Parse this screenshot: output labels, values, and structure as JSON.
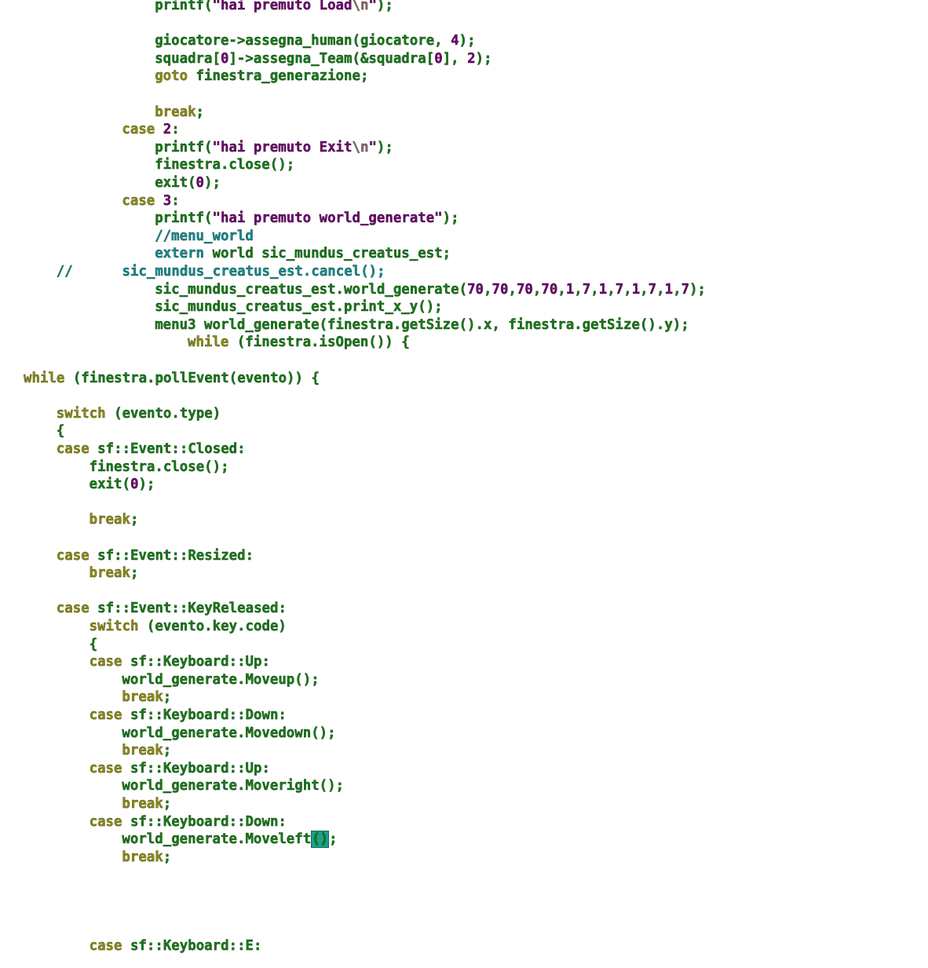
{
  "editor": {
    "colors": {
      "background": "#ffffff",
      "identifier": "#1a7a1a",
      "keyword": "#8a8a1a",
      "number": "#6a0a6a",
      "string": "#6a0a6a",
      "escape": "#8a6a6a",
      "comment": "#1a8a8a",
      "cursor_highlight": "#1aa08a"
    },
    "lines": [
      {
        "indent": 8,
        "tokens": [
          {
            "t": "id",
            "v": "printf("
          },
          {
            "t": "str",
            "v": "\"hai premuto Load"
          },
          {
            "t": "esc",
            "v": "\\n"
          },
          {
            "t": "str",
            "v": "\""
          },
          {
            "t": "id",
            "v": ");"
          }
        ]
      },
      {
        "indent": 8,
        "tokens": []
      },
      {
        "indent": 8,
        "tokens": [
          {
            "t": "id",
            "v": "giocatore->assegna_human(giocatore, "
          },
          {
            "t": "num",
            "v": "4"
          },
          {
            "t": "id",
            "v": ");"
          }
        ]
      },
      {
        "indent": 8,
        "tokens": [
          {
            "t": "id",
            "v": "squadra["
          },
          {
            "t": "num",
            "v": "0"
          },
          {
            "t": "id",
            "v": "]->assegna_Team(&squadra["
          },
          {
            "t": "num",
            "v": "0"
          },
          {
            "t": "id",
            "v": "], "
          },
          {
            "t": "num",
            "v": "2"
          },
          {
            "t": "id",
            "v": ");"
          }
        ]
      },
      {
        "indent": 8,
        "tokens": [
          {
            "t": "kw",
            "v": "goto"
          },
          {
            "t": "id",
            "v": " finestra_generazione;"
          }
        ]
      },
      {
        "indent": 8,
        "tokens": []
      },
      {
        "indent": 8,
        "tokens": [
          {
            "t": "kw",
            "v": "break"
          },
          {
            "t": "id",
            "v": ";"
          }
        ]
      },
      {
        "indent": 6,
        "tokens": [
          {
            "t": "kw",
            "v": "case"
          },
          {
            "t": "id",
            "v": " "
          },
          {
            "t": "num",
            "v": "2"
          },
          {
            "t": "id",
            "v": ":"
          }
        ]
      },
      {
        "indent": 8,
        "tokens": [
          {
            "t": "id",
            "v": "printf("
          },
          {
            "t": "str",
            "v": "\"hai premuto Exit"
          },
          {
            "t": "esc",
            "v": "\\n"
          },
          {
            "t": "str",
            "v": "\""
          },
          {
            "t": "id",
            "v": ");"
          }
        ]
      },
      {
        "indent": 8,
        "tokens": [
          {
            "t": "id",
            "v": "finestra.close();"
          }
        ]
      },
      {
        "indent": 8,
        "tokens": [
          {
            "t": "id",
            "v": "exit("
          },
          {
            "t": "num",
            "v": "0"
          },
          {
            "t": "id",
            "v": ");"
          }
        ]
      },
      {
        "indent": 6,
        "tokens": [
          {
            "t": "kw",
            "v": "case"
          },
          {
            "t": "id",
            "v": " "
          },
          {
            "t": "num",
            "v": "3"
          },
          {
            "t": "id",
            "v": ":"
          }
        ]
      },
      {
        "indent": 8,
        "tokens": [
          {
            "t": "id",
            "v": "printf("
          },
          {
            "t": "str",
            "v": "\"hai premuto world_generate\""
          },
          {
            "t": "id",
            "v": ");"
          }
        ]
      },
      {
        "indent": 8,
        "tokens": [
          {
            "t": "com",
            "v": "//menu_world"
          }
        ]
      },
      {
        "indent": 8,
        "tokens": [
          {
            "t": "com",
            "v": "extern"
          },
          {
            "t": "id",
            "v": " world sic_mundus_creatus_est;"
          }
        ]
      },
      {
        "indent": 2,
        "tokens": [
          {
            "t": "com",
            "v": "//      sic_mundus_creatus_est.cancel();"
          }
        ]
      },
      {
        "indent": 8,
        "tokens": [
          {
            "t": "id",
            "v": "sic_mundus_creatus_est.world_generate("
          },
          {
            "t": "num",
            "v": "70"
          },
          {
            "t": "id",
            "v": ","
          },
          {
            "t": "num",
            "v": "70"
          },
          {
            "t": "id",
            "v": ","
          },
          {
            "t": "num",
            "v": "70"
          },
          {
            "t": "id",
            "v": ","
          },
          {
            "t": "num",
            "v": "70"
          },
          {
            "t": "id",
            "v": ","
          },
          {
            "t": "num",
            "v": "1"
          },
          {
            "t": "id",
            "v": ","
          },
          {
            "t": "num",
            "v": "7"
          },
          {
            "t": "id",
            "v": ","
          },
          {
            "t": "num",
            "v": "1"
          },
          {
            "t": "id",
            "v": ","
          },
          {
            "t": "num",
            "v": "7"
          },
          {
            "t": "id",
            "v": ","
          },
          {
            "t": "num",
            "v": "1"
          },
          {
            "t": "id",
            "v": ","
          },
          {
            "t": "num",
            "v": "7"
          },
          {
            "t": "id",
            "v": ","
          },
          {
            "t": "num",
            "v": "1"
          },
          {
            "t": "id",
            "v": ","
          },
          {
            "t": "num",
            "v": "7"
          },
          {
            "t": "id",
            "v": ");"
          }
        ]
      },
      {
        "indent": 8,
        "tokens": [
          {
            "t": "id",
            "v": "sic_mundus_creatus_est.print_x_y();"
          }
        ]
      },
      {
        "indent": 8,
        "tokens": [
          {
            "t": "id",
            "v": "menu3 world_generate(finestra.getSize().x, finestra.getSize().y);"
          }
        ]
      },
      {
        "indent": 10,
        "tokens": [
          {
            "t": "kw",
            "v": "while"
          },
          {
            "t": "id",
            "v": " (finestra.isOpen()) {"
          }
        ]
      },
      {
        "indent": 0,
        "tokens": []
      },
      {
        "indent": 0,
        "tokens": [
          {
            "t": "kw",
            "v": "while"
          },
          {
            "t": "id",
            "v": " (finestra.pollEvent(evento)) {"
          }
        ]
      },
      {
        "indent": 0,
        "tokens": []
      },
      {
        "indent": 2,
        "tokens": [
          {
            "t": "kw",
            "v": "switch"
          },
          {
            "t": "id",
            "v": " (evento.type)"
          }
        ]
      },
      {
        "indent": 2,
        "tokens": [
          {
            "t": "id",
            "v": "{"
          }
        ]
      },
      {
        "indent": 2,
        "tokens": [
          {
            "t": "kw",
            "v": "case"
          },
          {
            "t": "id",
            "v": " sf::Event::Closed:"
          }
        ]
      },
      {
        "indent": 4,
        "tokens": [
          {
            "t": "id",
            "v": "finestra.close();"
          }
        ]
      },
      {
        "indent": 4,
        "tokens": [
          {
            "t": "id",
            "v": "exit("
          },
          {
            "t": "num",
            "v": "0"
          },
          {
            "t": "id",
            "v": ");"
          }
        ]
      },
      {
        "indent": 4,
        "tokens": []
      },
      {
        "indent": 4,
        "tokens": [
          {
            "t": "kw",
            "v": "break"
          },
          {
            "t": "id",
            "v": ";"
          }
        ]
      },
      {
        "indent": 4,
        "tokens": []
      },
      {
        "indent": 2,
        "tokens": [
          {
            "t": "kw",
            "v": "case"
          },
          {
            "t": "id",
            "v": " sf::Event::Resized:"
          }
        ]
      },
      {
        "indent": 4,
        "tokens": [
          {
            "t": "kw",
            "v": "break"
          },
          {
            "t": "id",
            "v": ";"
          }
        ]
      },
      {
        "indent": 4,
        "tokens": []
      },
      {
        "indent": 2,
        "tokens": [
          {
            "t": "kw",
            "v": "case"
          },
          {
            "t": "id",
            "v": " sf::Event::KeyReleased:"
          }
        ]
      },
      {
        "indent": 4,
        "tokens": [
          {
            "t": "kw",
            "v": "switch"
          },
          {
            "t": "id",
            "v": " (evento.key.code)"
          }
        ]
      },
      {
        "indent": 4,
        "tokens": [
          {
            "t": "id",
            "v": "{"
          }
        ]
      },
      {
        "indent": 4,
        "tokens": [
          {
            "t": "kw",
            "v": "case"
          },
          {
            "t": "id",
            "v": " sf::Keyboard::Up:"
          }
        ]
      },
      {
        "indent": 6,
        "tokens": [
          {
            "t": "id",
            "v": "world_generate.Moveup();"
          }
        ]
      },
      {
        "indent": 6,
        "tokens": [
          {
            "t": "kw",
            "v": "break"
          },
          {
            "t": "id",
            "v": ";"
          }
        ]
      },
      {
        "indent": 4,
        "tokens": [
          {
            "t": "kw",
            "v": "case"
          },
          {
            "t": "id",
            "v": " sf::Keyboard::Down:"
          }
        ]
      },
      {
        "indent": 6,
        "tokens": [
          {
            "t": "id",
            "v": "world_generate.Movedown();"
          }
        ]
      },
      {
        "indent": 6,
        "tokens": [
          {
            "t": "kw",
            "v": "break"
          },
          {
            "t": "id",
            "v": ";"
          }
        ]
      },
      {
        "indent": 4,
        "tokens": [
          {
            "t": "kw",
            "v": "case"
          },
          {
            "t": "id",
            "v": " sf::Keyboard::Up:"
          }
        ]
      },
      {
        "indent": 6,
        "tokens": [
          {
            "t": "id",
            "v": "world_generate.Moveright();"
          }
        ]
      },
      {
        "indent": 6,
        "tokens": [
          {
            "t": "kw",
            "v": "break"
          },
          {
            "t": "id",
            "v": ";"
          }
        ]
      },
      {
        "indent": 4,
        "tokens": [
          {
            "t": "kw",
            "v": "case"
          },
          {
            "t": "id",
            "v": " sf::Keyboard::Down:"
          }
        ]
      },
      {
        "indent": 6,
        "tokens": [
          {
            "t": "id",
            "v": "world_generate.Moveleft"
          },
          {
            "t": "cur",
            "v": "()"
          },
          {
            "t": "id",
            "v": ";"
          }
        ]
      },
      {
        "indent": 6,
        "tokens": [
          {
            "t": "kw",
            "v": "break"
          },
          {
            "t": "id",
            "v": ";"
          }
        ]
      },
      {
        "indent": 6,
        "tokens": []
      },
      {
        "indent": 6,
        "tokens": []
      },
      {
        "indent": 6,
        "tokens": []
      },
      {
        "indent": 6,
        "tokens": []
      },
      {
        "indent": 4,
        "tokens": [
          {
            "t": "kw",
            "v": "case"
          },
          {
            "t": "id",
            "v": " sf::Keyboard::E:"
          }
        ]
      }
    ]
  }
}
